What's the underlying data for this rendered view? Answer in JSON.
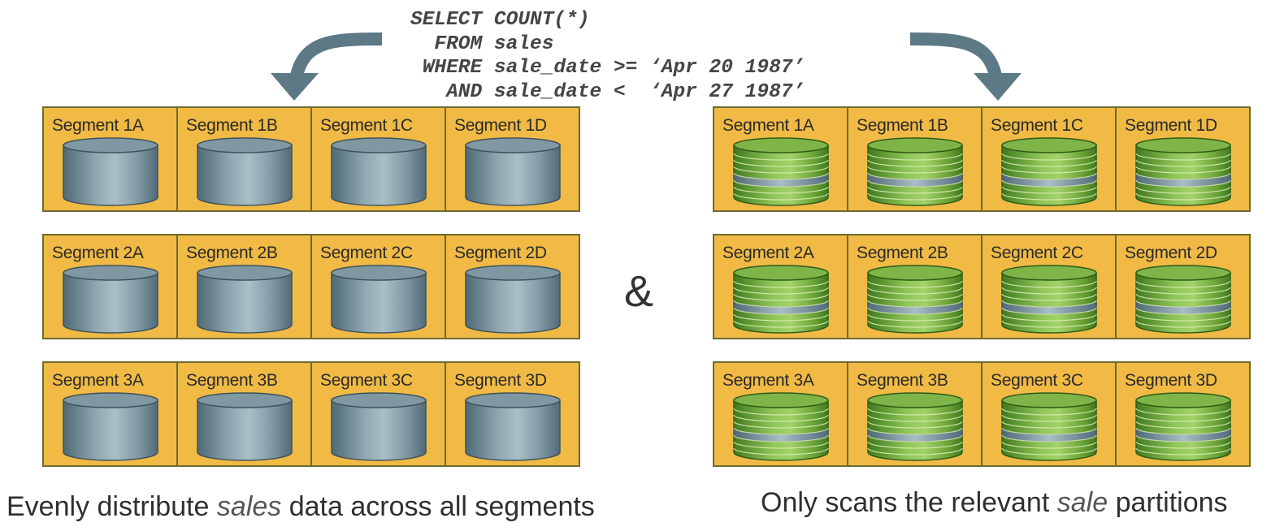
{
  "sql": {
    "line1": "SELECT COUNT(*)",
    "line2": "  FROM sales",
    "line3": " WHERE sale_date >= ‘Apr 20 1987’",
    "line4": "   AND sale_date <  ‘Apr 27 1987’"
  },
  "left_grid": {
    "rows": [
      [
        "Segment 1A",
        "Segment 1B",
        "Segment 1C",
        "Segment 1D"
      ],
      [
        "Segment 2A",
        "Segment 2B",
        "Segment 2C",
        "Segment 2D"
      ],
      [
        "Segment 3A",
        "Segment 3B",
        "Segment 3C",
        "Segment 3D"
      ]
    ]
  },
  "right_grid": {
    "rows": [
      [
        "Segment 1A",
        "Segment 1B",
        "Segment 1C",
        "Segment 1D"
      ],
      [
        "Segment 2A",
        "Segment 2B",
        "Segment 2C",
        "Segment 2D"
      ],
      [
        "Segment 3A",
        "Segment 3B",
        "Segment 3C",
        "Segment 3D"
      ]
    ]
  },
  "connector": "&",
  "captions": {
    "left_pre": "Evenly distribute ",
    "left_em": "sales",
    "left_post": " data across all segments",
    "right_pre": "Only scans the relevant ",
    "right_em": "sale",
    "right_post": " partitions"
  },
  "colors": {
    "cell_fill": "#f0ba45",
    "cell_border": "#6e6a30",
    "disk_gray": "#6d8892",
    "disk_green": "#6ea33a",
    "arrow": "#5e7986"
  }
}
